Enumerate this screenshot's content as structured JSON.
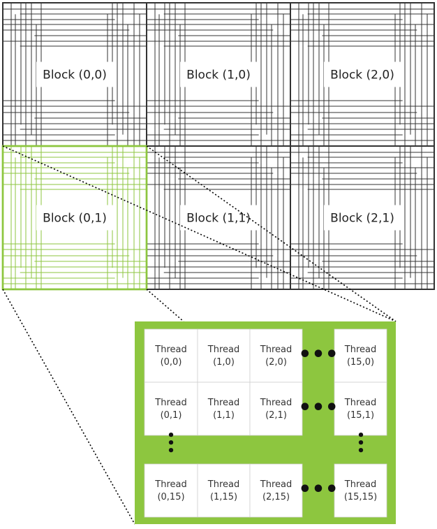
{
  "blocks": [
    {
      "label": "Block (0,0)",
      "highlighted": false
    },
    {
      "label": "Block (1,0)",
      "highlighted": false
    },
    {
      "label": "Block (2,0)",
      "highlighted": false
    },
    {
      "label": "Block (0,1)",
      "highlighted": true
    },
    {
      "label": "Block (1,1)",
      "highlighted": false
    },
    {
      "label": "Block (2,1)",
      "highlighted": false
    }
  ],
  "threads": [
    [
      "Thread",
      "(0,0)"
    ],
    [
      "Thread",
      "(1,0)"
    ],
    [
      "Thread",
      "(2,0)"
    ],
    [
      "Thread",
      "(15,0)"
    ],
    [
      "Thread",
      "(0,1)"
    ],
    [
      "Thread",
      "(1,1)"
    ],
    [
      "Thread",
      "(2,1)"
    ],
    [
      "Thread",
      "(15,1)"
    ],
    [
      "Thread",
      "(0,15)"
    ],
    [
      "Thread",
      "(1,15)"
    ],
    [
      "Thread",
      "(2,15)"
    ],
    [
      "Thread",
      "(15,15)"
    ]
  ],
  "ellipsis": {
    "horizontal": "•••",
    "vertical": "•\n•\n•"
  },
  "colors": {
    "grid": "#333333",
    "highlight": "#8dc63f",
    "panel": "#8dc63f",
    "cell": "#ffffff"
  }
}
